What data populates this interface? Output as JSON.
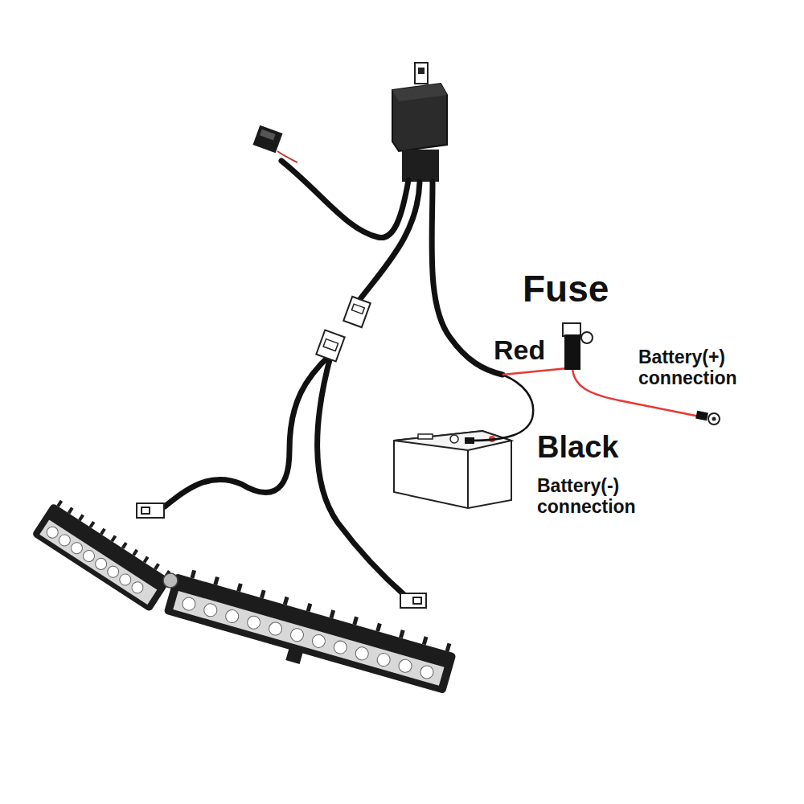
{
  "diagram": {
    "labels": [
      "Fuse",
      "Red",
      "Battery(+) connection",
      "Black",
      "Battery(-) connection"
    ]
  }
}
